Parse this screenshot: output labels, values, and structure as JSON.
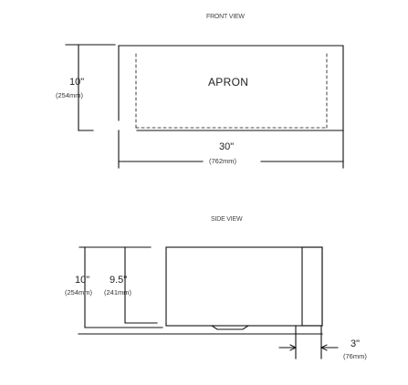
{
  "front_view": {
    "title": "FRONT VIEW",
    "panel_label": "APRON",
    "height": {
      "imperial": "10\"",
      "metric": "(254mm)"
    },
    "width": {
      "imperial": "30\"",
      "metric": "(762mm)"
    }
  },
  "side_view": {
    "title": "SIDE VIEW",
    "outer_height": {
      "imperial": "10\"",
      "metric": "(254mm)"
    },
    "inner_height": {
      "imperial": "9.5\"",
      "metric": "(241mm)"
    },
    "apron_depth": {
      "imperial": "3\"",
      "metric": "(76mm)"
    }
  }
}
